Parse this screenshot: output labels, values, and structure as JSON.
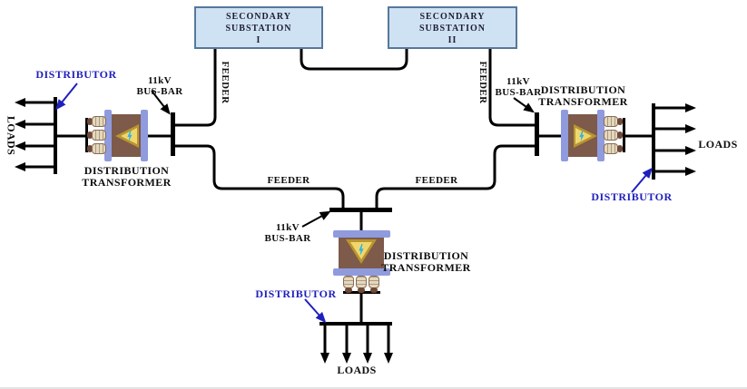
{
  "substations": [
    {
      "lines": [
        "SECONDARY",
        "SUBSTATION",
        "I"
      ]
    },
    {
      "lines": [
        "SECONDARY",
        "SUBSTATION",
        "II"
      ]
    }
  ],
  "labels": {
    "feeder": "FEEDER",
    "busbar_line1": "11kV",
    "busbar_line2": "BUS-BAR",
    "transformer_line1": "DISTRIBUTION",
    "transformer_line2": "TRANSFORMER",
    "distributor": "DISTRIBUTOR",
    "loads": "LOADS"
  },
  "colors": {
    "wire": "#000000",
    "annotation_blue": "#1f1fbd",
    "substation_fill": "#cfe2f4",
    "substation_border": "#56789b",
    "transformer_body": "#7d5a4a",
    "transformer_bar": "#8f9bdd",
    "triangle_fill": "#efd76d",
    "triangle_border": "#b9952f",
    "lightning_bolt": "#2fb4e8",
    "bushing_fill": "#e3d9bd",
    "bushing_cap": "#6f4a38"
  }
}
